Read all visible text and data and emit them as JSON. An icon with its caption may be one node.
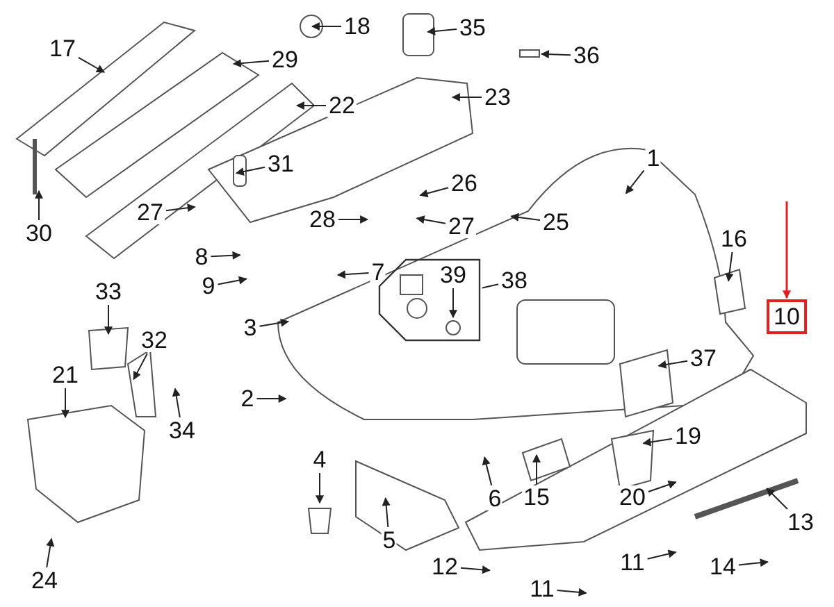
{
  "diagram": {
    "nodes": [
      {
        "text": [
          "17"
        ]
      },
      {
        "text": [
          "18"
        ]
      },
      {
        "text": [
          "35"
        ]
      },
      {
        "text": [
          "29"
        ]
      },
      {
        "text": [
          "36"
        ]
      },
      {
        "text": [
          "22"
        ]
      },
      {
        "text": [
          "23"
        ]
      },
      {
        "text": [
          "1"
        ]
      },
      {
        "text": [
          "31"
        ]
      },
      {
        "text": [
          "26"
        ]
      },
      {
        "text": [
          "30"
        ]
      },
      {
        "text": [
          "27"
        ]
      },
      {
        "text": [
          "28"
        ]
      },
      {
        "text": [
          "27"
        ]
      },
      {
        "text": [
          "25"
        ]
      },
      {
        "text": [
          "16"
        ]
      },
      {
        "text": [
          "8"
        ]
      },
      {
        "text": [
          "7"
        ]
      },
      {
        "text": [],
        "shape": "box"
      },
      {
        "text": [
          "39"
        ],
        "in": 18
      },
      {
        "text": [
          "38"
        ]
      },
      {
        "text": [
          "33"
        ]
      },
      {
        "text": [
          "9"
        ]
      },
      {
        "text": [
          "3"
        ]
      },
      {
        "text": [
          "10"
        ]
      },
      {
        "text": [
          "32"
        ]
      },
      {
        "text": [
          "21"
        ]
      },
      {
        "text": [
          "37"
        ]
      },
      {
        "text": [
          "2"
        ]
      },
      {
        "text": [
          "34"
        ]
      },
      {
        "text": [
          "19"
        ]
      },
      {
        "text": [
          "4"
        ]
      },
      {
        "text": [
          "6"
        ]
      },
      {
        "text": [
          "15"
        ]
      },
      {
        "text": [
          "20"
        ]
      },
      {
        "text": [
          "13"
        ]
      },
      {
        "text": [
          "5"
        ]
      },
      {
        "text": [
          "24"
        ]
      },
      {
        "text": [
          "12"
        ]
      },
      {
        "text": [
          "11"
        ]
      },
      {
        "text": [
          "11"
        ]
      },
      {
        "text": [
          "14"
        ]
      }
    ],
    "edges": [
      {
        "from": 0,
        "to": null,
        "arrow": "to"
      },
      {
        "from": 1,
        "to": null,
        "arrow": "to"
      },
      {
        "from": 2,
        "to": null,
        "arrow": "to"
      },
      {
        "from": 3,
        "to": null,
        "arrow": "to"
      },
      {
        "from": 4,
        "to": null,
        "arrow": "to"
      },
      {
        "from": 5,
        "to": null,
        "arrow": "to"
      },
      {
        "from": 6,
        "to": null,
        "arrow": "to"
      },
      {
        "from": 7,
        "to": null,
        "arrow": "to"
      },
      {
        "from": 8,
        "to": null,
        "arrow": "to"
      },
      {
        "from": 9,
        "to": null,
        "arrow": "to"
      },
      {
        "from": 10,
        "to": null,
        "arrow": "to"
      },
      {
        "from": 11,
        "to": null,
        "arrow": "to"
      },
      {
        "from": 12,
        "to": null,
        "arrow": "to"
      },
      {
        "from": 13,
        "to": null,
        "arrow": "to"
      },
      {
        "from": 14,
        "to": null,
        "arrow": "to"
      },
      {
        "from": 15,
        "to": null,
        "arrow": "to"
      },
      {
        "from": 16,
        "to": null,
        "arrow": "to"
      },
      {
        "from": 17,
        "to": null,
        "arrow": "to"
      },
      {
        "from": 19,
        "to": null,
        "arrow": "to"
      },
      {
        "from": 20,
        "to": 18,
        "arrow": "none"
      },
      {
        "from": 21,
        "to": null,
        "arrow": "to"
      },
      {
        "from": 22,
        "to": null,
        "arrow": "to"
      },
      {
        "from": 23,
        "to": null,
        "arrow": "to"
      },
      {
        "from": null,
        "to": 24,
        "arrow": "to",
        "color": "#e02020"
      },
      {
        "from": 25,
        "to": null,
        "arrow": "to"
      },
      {
        "from": 26,
        "to": null,
        "arrow": "to"
      },
      {
        "from": 27,
        "to": null,
        "arrow": "to"
      },
      {
        "from": 28,
        "to": null,
        "arrow": "to"
      },
      {
        "from": 29,
        "to": null,
        "arrow": "to"
      },
      {
        "from": 30,
        "to": null,
        "arrow": "to"
      },
      {
        "from": 31,
        "to": null,
        "arrow": "to"
      },
      {
        "from": 32,
        "to": null,
        "arrow": "to"
      },
      {
        "from": 33,
        "to": null,
        "arrow": "to"
      },
      {
        "from": 34,
        "to": null,
        "arrow": "to"
      },
      {
        "from": 35,
        "to": null,
        "arrow": "to"
      },
      {
        "from": 36,
        "to": null,
        "arrow": "to"
      },
      {
        "from": 37,
        "to": null,
        "arrow": "to"
      },
      {
        "from": 38,
        "to": null,
        "arrow": "to"
      },
      {
        "from": 39,
        "to": null,
        "arrow": "to"
      },
      {
        "from": 40,
        "to": null,
        "arrow": "to"
      },
      {
        "from": 41,
        "to": null,
        "arrow": "to"
      }
    ]
  }
}
